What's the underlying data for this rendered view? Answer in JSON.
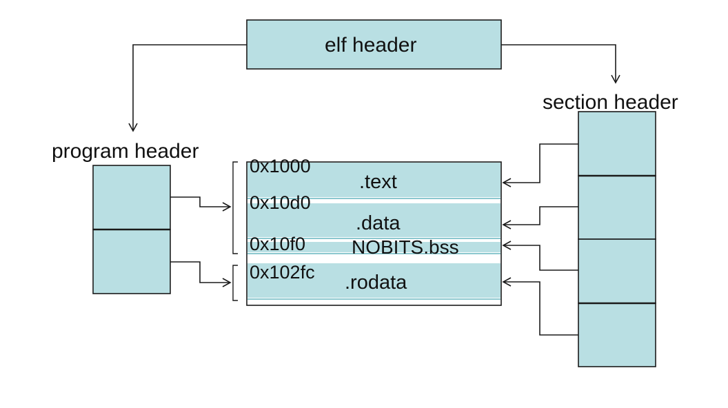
{
  "colors": {
    "box_fill": "#b9dfe3",
    "box_stroke": "#1a1a1a",
    "stripe": "#8cc8cf",
    "arrow": "#1a1a1a"
  },
  "elf_header": {
    "label": "elf header"
  },
  "program_header": {
    "title": "program header",
    "entry_count": 2
  },
  "section_header": {
    "title": "section header",
    "entry_count": 4
  },
  "memory_map": {
    "regions": [
      {
        "address": "0x1000",
        "label": ".text"
      },
      {
        "address": "0x10d0",
        "label": ".data"
      },
      {
        "address": "0x10f0",
        "label": "NOBITS.bss"
      },
      {
        "address": "0x102fc",
        "label": ".rodata"
      }
    ]
  }
}
